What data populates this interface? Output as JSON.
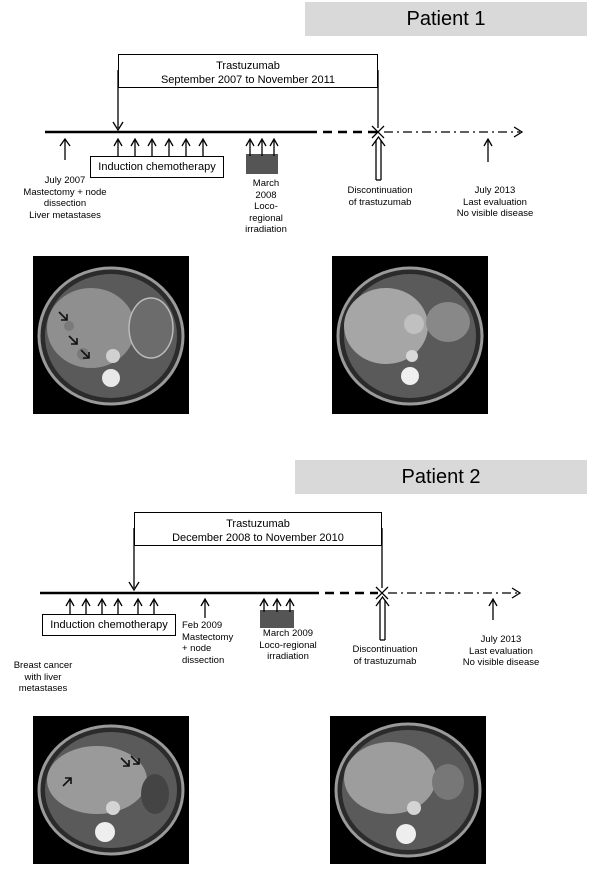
{
  "patient1": {
    "title": "Patient 1",
    "treatment_line1": "Trastuzumab",
    "treatment_line2": "September 2007  to November 2011",
    "induction": "Induction chemotherapy",
    "events": [
      "July 2007\nMastectomy + node\ndissection\nLiver metastases",
      "March\n2008\nLoco-\nregional\nirradiation",
      "Discontinuation\nof trastuzumab",
      "July 2013\nLast evaluation\nNo visible disease"
    ]
  },
  "patient2": {
    "title": "Patient 2",
    "treatment_line1": "Trastuzumab",
    "treatment_line2": "December 2008  to November 2010",
    "induction": "Induction chemotherapy",
    "events": [
      "Feb 2009\nMastectomy\n+ node\ndissection",
      "March 2009\nLoco-regional\nirradiation",
      "Discontinuation\nof trastuzumab",
      "July 2013\nLast evaluation\nNo visible disease",
      "Breast cancer\nwith liver\nmetastases"
    ]
  },
  "colors": {
    "header_bg": "#d9d9d9",
    "irradiation_block": "#555555",
    "line": "#000000"
  }
}
